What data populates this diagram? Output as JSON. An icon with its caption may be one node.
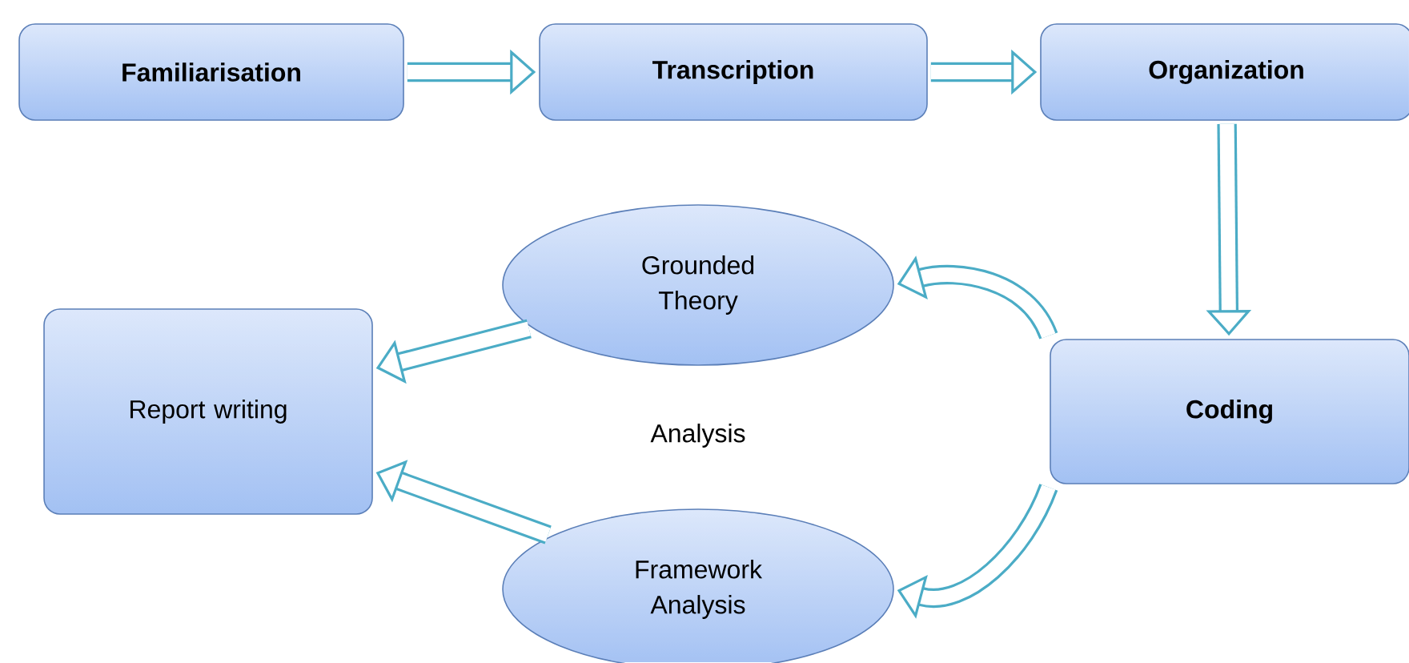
{
  "diagram": {
    "nodes": [
      {
        "text": [
          "**Familiarisation**"
        ]
      },
      {
        "text": [
          "**Transcription**"
        ]
      },
      {
        "text": [
          "**Organization**"
        ]
      },
      {
        "text": [
          "Grounded Theory"
        ]
      },
      {
        "text": [
          "Report writing"
        ]
      },
      {
        "text": [
          "**Coding**"
        ]
      },
      {
        "text": [
          "Framework Analysis"
        ]
      }
    ],
    "edges": [
      {
        "from": 0,
        "to": 1,
        "arrow": "to"
      },
      {
        "from": 1,
        "to": 2,
        "arrow": "to"
      },
      {
        "from": 2,
        "to": 5,
        "arrow": "to"
      },
      {
        "from": 5,
        "to": 3,
        "arrow": "to"
      },
      {
        "from": 5,
        "to": 6,
        "arrow": "to"
      },
      {
        "from": 3,
        "to": 4,
        "arrow": "to"
      },
      {
        "from": 6,
        "to": 4,
        "arrow": "to"
      }
    ],
    "labels": [
      "Analysis"
    ]
  }
}
